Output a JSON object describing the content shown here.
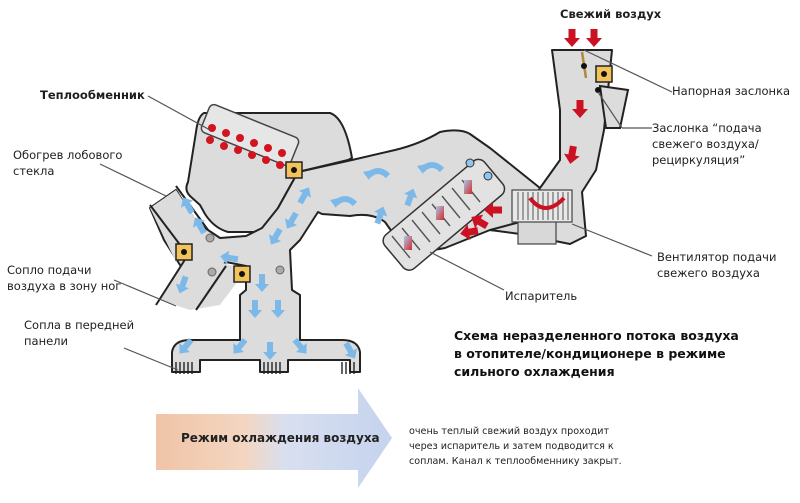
{
  "labels": {
    "fresh_air": "Свежий воздух",
    "heat_exchanger": "Теплообменник",
    "windshield_heating": [
      "Обогрев лобового",
      "стекла"
    ],
    "footwell_nozzle": [
      "Сопло подачи",
      "воздуха в зону ног"
    ],
    "dash_nozzles": [
      "Сопла в передней",
      "панели"
    ],
    "pressure_flap": "Напорная заслонка",
    "recirc_flap": [
      "Заслонка “подача",
      "свежего воздуха/",
      "рециркуляция”"
    ],
    "blower": [
      "Вентилятор подачи",
      "свежего воздуха"
    ],
    "evaporator": "Испаритель"
  },
  "title": [
    "Схема неразделенного потока воздуха",
    "в отопителе/кондиционере в режиме",
    "сильного охлаждения"
  ],
  "mode_arrow": {
    "label": "Режим охлаждения воздуха",
    "gradient_start": "#f0c4a6",
    "gradient_end": "#c5d3ee"
  },
  "description": [
    "очень теплый свежий воздух проходит",
    "через испаритель и затем подводится к",
    "соплам. Канал к теплообменнику закрыт."
  ],
  "colors": {
    "duct_fill": "#dcdcdc",
    "outline": "#222222",
    "cold_air_arrow": "#7db9e8",
    "warm_air_arrow": "#cc1122",
    "flap": "#f2c35a",
    "heater_dot": "#d1141e",
    "leader_line": "#555555"
  },
  "icons": {
    "cold_air": "blue-flow-arrow",
    "warm_air": "red-flow-arrow",
    "flap": "flap-actuator-square",
    "blower": "fan-grille",
    "evaporator": "evaporator-fins",
    "heater": "heater-core-dots"
  }
}
